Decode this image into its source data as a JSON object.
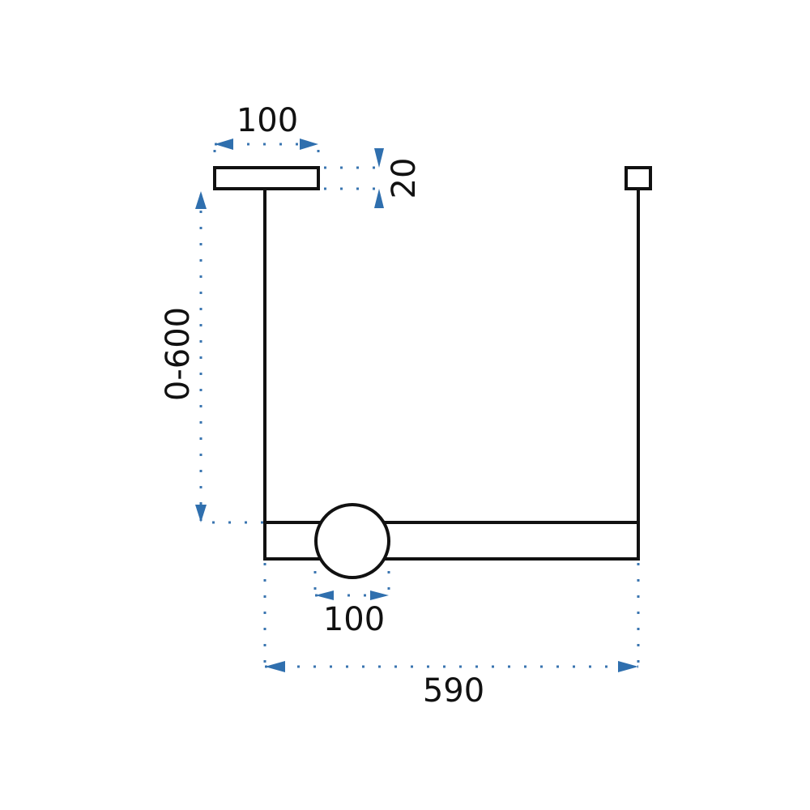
{
  "diagram": {
    "type": "technical-dimension-drawing",
    "subject": "pendant lamp",
    "colors": {
      "outline": "#111111",
      "dimension": "#2f6fae",
      "background": "#ffffff"
    },
    "dimensions": {
      "canopy_width": "100",
      "canopy_height": "20",
      "suspension_length": "0-600",
      "sphere_diameter": "100",
      "total_width": "590"
    },
    "parts": [
      "canopy",
      "suspension-wire-left",
      "suspension-wire-right",
      "wire-anchor",
      "light-bar",
      "globe-sphere"
    ]
  }
}
